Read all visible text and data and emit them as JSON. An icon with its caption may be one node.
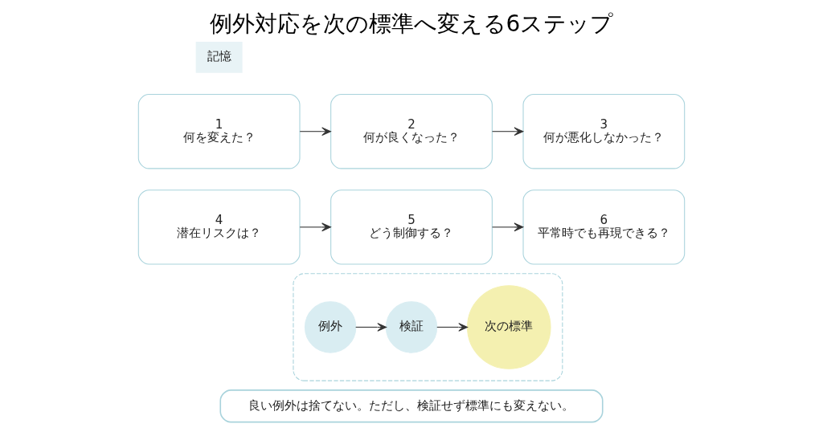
{
  "diagram": {
    "title": "例外対応を次の標準へ変える6ステップ",
    "nodes": [
      {
        "text": [
          "1",
          "何を変えた？"
        ]
      },
      {
        "text": [
          "2",
          "何が良くなった？"
        ]
      },
      {
        "text": [
          "3",
          "何が悪化しなかった？"
        ]
      },
      {
        "text": [
          "4",
          "潜在リスクは？"
        ]
      },
      {
        "text": [
          "5",
          "どう制御する？"
        ]
      },
      {
        "text": [
          "6",
          "平常時でも再現できる？"
        ]
      },
      {
        "text": [],
        "shape": "box"
      },
      {
        "text": [
          "例外"
        ],
        "in": 6
      },
      {
        "text": [
          "検証"
        ],
        "in": 6
      },
      {
        "text": [
          "次の標準"
        ],
        "in": 6
      },
      {
        "text": [
          "良い例外は捨てない。ただし、検証せず標準にも変えない。"
        ]
      }
    ],
    "edges": [
      {
        "from": 0,
        "to": 1,
        "arrow": "to"
      },
      {
        "from": 1,
        "to": 2,
        "arrow": "to"
      },
      {
        "from": 3,
        "to": 4,
        "arrow": "to"
      },
      {
        "from": 4,
        "to": 5,
        "arrow": "to"
      },
      {
        "from": 7,
        "to": 8,
        "arrow": "to"
      },
      {
        "from": 8,
        "to": 9,
        "arrow": "to"
      }
    ],
    "labels": [
      "記憶"
    ]
  }
}
